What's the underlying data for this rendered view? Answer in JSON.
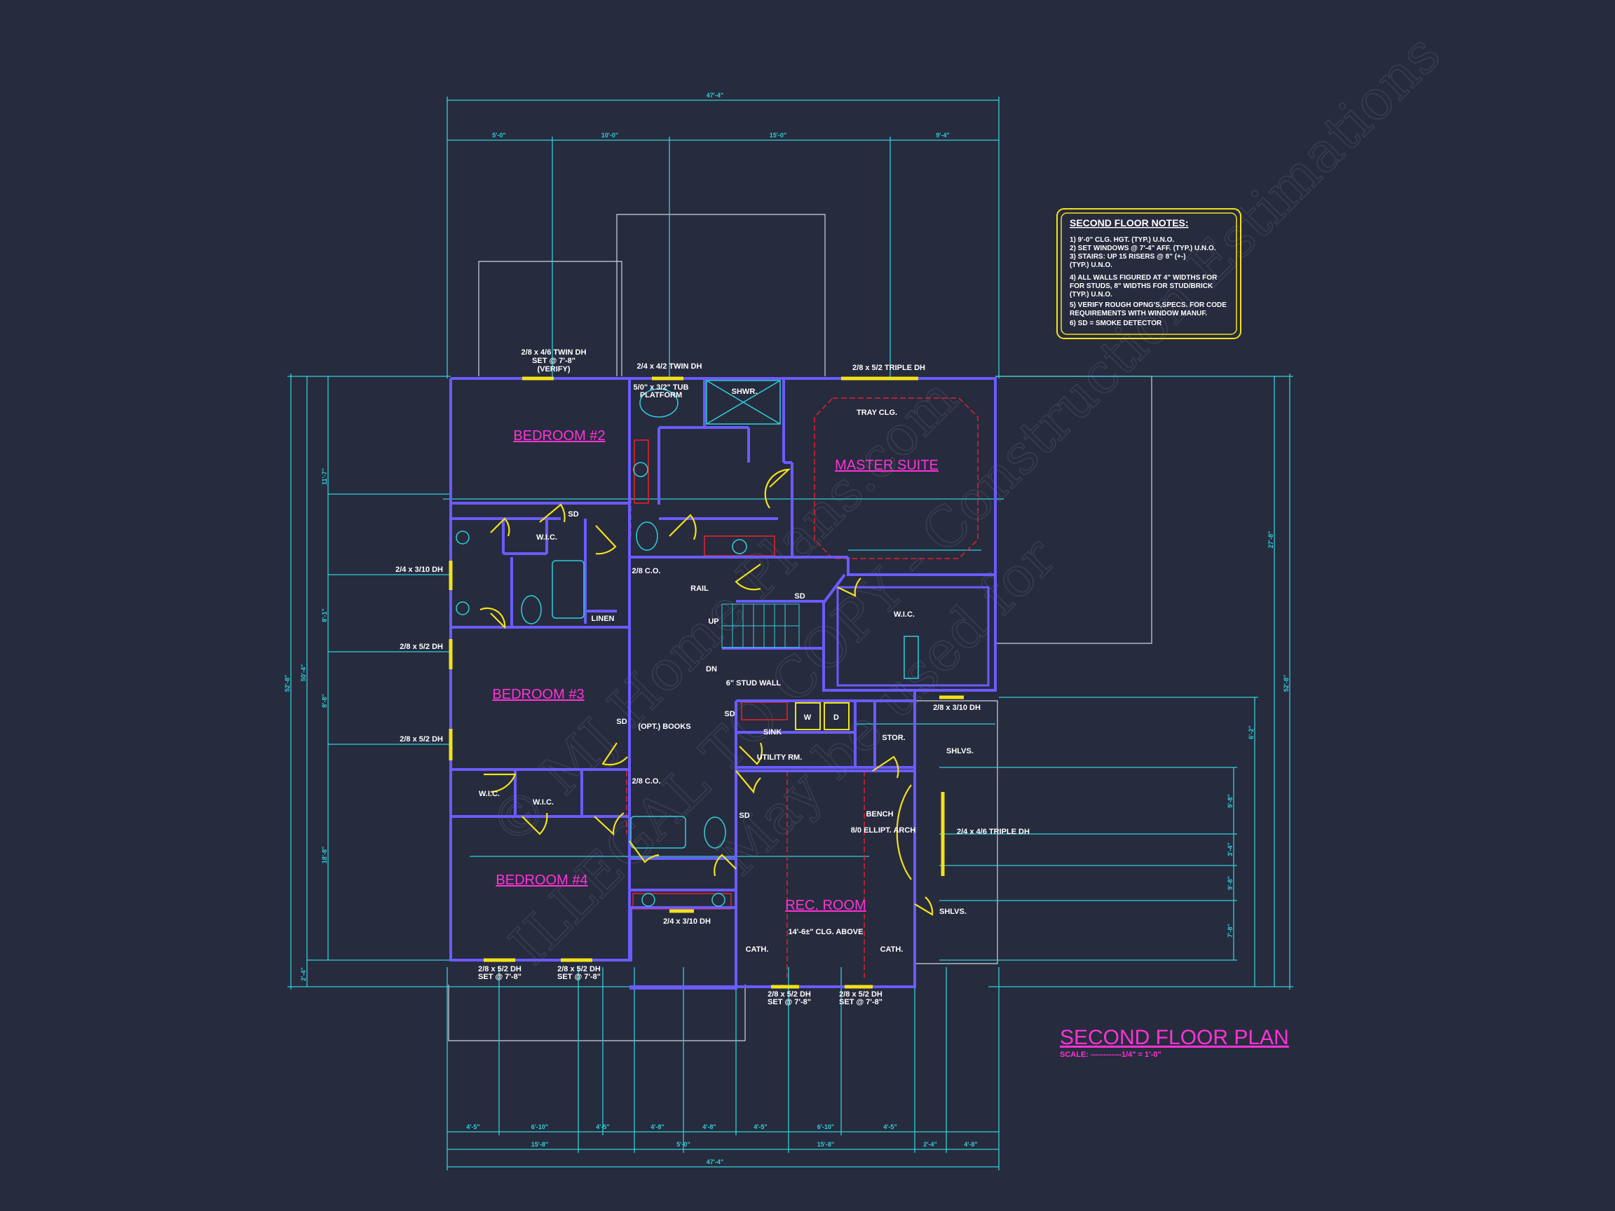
{
  "overall_width": "47'-4\"",
  "top_dims": [
    "5'-0\"",
    "10'-0\"",
    "15'-0\"",
    "9'-4\""
  ],
  "right_dims": [
    "27'-8\"",
    "52'-8\"",
    "6'-2\"",
    "9'-8\"",
    "3'-4\"",
    "9'-8\"",
    "7'-8\""
  ],
  "left_dims": [
    "11'-7\"",
    "8'-1\"",
    "8'-8\"",
    "18'-8\"",
    "52'-8\"",
    "50'-4\"",
    "2'-4\""
  ],
  "bottom_dims_row1": [
    "4'-5\"",
    "6'-10\"",
    "4'-5\"",
    "4'-8\"",
    "4'-8\"",
    "4'-5\"",
    "6'-10\"",
    "4'-5\""
  ],
  "bottom_dims_row2": [
    "15'-8\"",
    "5'-0\"",
    "15'-8\"",
    "2'-4\"",
    "4'-8\""
  ],
  "rooms": {
    "bedroom2": "BEDROOM #2",
    "master": "MASTER SUITE",
    "bedroom3": "BEDROOM #3",
    "bedroom4": "BEDROOM #4",
    "rec": "REC. ROOM"
  },
  "labels": {
    "win_b2": "2/8 x 4/6 TWIN DH",
    "win_b2_set": "SET @ 7'-8\"",
    "win_b2_verify": "(VERIFY)",
    "win_bath": "2/4 x 4/2 TWIN DH",
    "tub": "5/0\" x 3/2\" TUB",
    "platform": "PLATFORM",
    "shwr": "SHWR.",
    "win_master": "2/8 x 5/2 TRIPLE DH",
    "tray": "TRAY CLG.",
    "wic1": "W.I.C.",
    "wic_master": "W.I.C.",
    "wic3": "W.I.C.",
    "wic4": "W.I.C.",
    "linen": "LINEN",
    "rail": "RAIL",
    "up": "UP",
    "dn": "DN",
    "stud_wall": "6\" STUD WALL",
    "books": "(OPT.) BOOKS",
    "sink": "SINK",
    "utility": "UTILITY RM.",
    "stor": "STOR.",
    "shlvs1": "SHLVS.",
    "shlvs2": "SHLVS.",
    "bench": "BENCH",
    "arch": "8/0 ELLIPT. ARCH",
    "win_rec_side": "2/4 x 4/6 TRIPLE DH",
    "clg": "14'-6±\" CLG. ABOVE",
    "cath1": "CATH.",
    "cath2": "CATH.",
    "win_l1": "2/4 x 3/10 DH",
    "win_l2": "2/8 x 5/2 DH",
    "win_l3": "2/8 x 5/2 DH",
    "win_util": "2/8 x 3/10 DH",
    "win_bath2": "2/4 x 3/10 DH",
    "win_b4a": "2/8 x 5/2 DH",
    "win_b4b": "2/8 x 5/2 DH",
    "set_b4a": "SET @ 7'-8\"",
    "set_b4b": "SET @ 7'-8\"",
    "win_rec_a": "2/8 x 5/2 DH",
    "win_rec_b": "2/8 x 5/2 DH",
    "set_rec_a": "SET @ 7'-8\"",
    "set_rec_b": "SET @ 7'-8\"",
    "co1": "2/8 C.O.",
    "co2": "2/8 C.O.",
    "sd": "SD",
    "w": "W",
    "d": "D"
  },
  "notes": {
    "title": "SECOND FLOOR NOTES:",
    "lines": [
      "1) 9'-0\" CLG. HGT. (TYP.) U.N.O.",
      "2) SET WINDOWS @ 7'-4\" AFF. (TYP.) U.N.O.",
      "3) STAIRS: UP 15 RISERS @ 8\" (+-)",
      "   (TYP.) U.N.O.",
      "4) ALL WALLS FIGURED AT 4\" WIDTHS FOR",
      "   FOR STUDS, 8\" WIDTHS FOR STUD/BRICK",
      "   (TYP.) U.N.O.",
      "5) VERIFY ROUGH OPNG'S,SPECS. FOR CODE",
      "   REQUIREMENTS WITH WINDOW MANUF.",
      "6) SD = SMOKE DETECTOR"
    ]
  },
  "plan_title": "SECOND FLOOR PLAN",
  "scale": "SCALE: ------------1/4\" = 1'-0\"",
  "watermark": [
    "© MJ Home Plans.com",
    "ILLEGAL TO COPY - Construction Estimations",
    "May be used for"
  ],
  "colors": {
    "bg": "#272b3e",
    "wall": "#6a5cff",
    "dim": "#2fd0d8",
    "door": "#f2e21a",
    "room": "#ff33d6",
    "outline": "#cfd3e0",
    "red": "#e0222b"
  }
}
